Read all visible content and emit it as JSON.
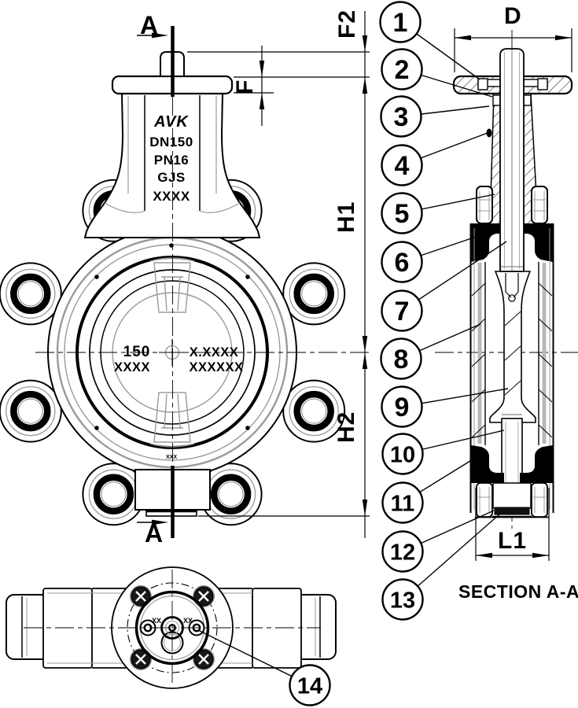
{
  "dims": {
    "d": "D",
    "f2": "F2",
    "f": "F",
    "h1": "H1",
    "h2": "H2",
    "l1": "L1"
  },
  "section": {
    "title": "SECTION A-A",
    "cut_label": "A"
  },
  "callouts": [
    "1",
    "2",
    "3",
    "4",
    "5",
    "6",
    "7",
    "8",
    "9",
    "10",
    "11",
    "12",
    "13",
    "14"
  ],
  "markings": {
    "logo": "AVK",
    "dn": "DN150",
    "pn": "PN16",
    "material": "GJS",
    "cast_code": "XXXX",
    "disc_size": "150",
    "disc_code": "XXXX",
    "disc_right_top": "X.XXXX",
    "disc_right_bottom": "XXXXXX",
    "disc_bottom_mark": "XXX",
    "flange_mark": "XX"
  },
  "colors": {
    "line": "#000000",
    "secondary": "#9a9a9a",
    "background": "#ffffff"
  }
}
